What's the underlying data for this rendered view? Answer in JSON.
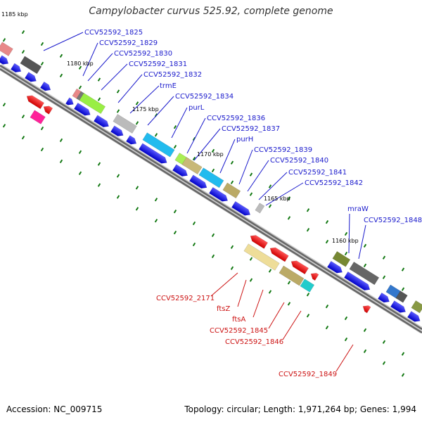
{
  "title": "Campylobacter curvus 525.92, complete genome",
  "footer": {
    "accession": "Accession: NC_009715",
    "summary": "Topology: circular; Length: 1,971,264 bp; Genes: 1,994"
  },
  "kbp_ticks": [
    "1185 kbp",
    "1180 kbp",
    "1175 kbp",
    "1170 kbp",
    "1165 kbp",
    "1160 kbp"
  ],
  "upper_labels": [
    "CCV52592_1825",
    "CCV52592_1829",
    "CCV52592_1830",
    "CCV52592_1831",
    "CCV52592_1832",
    "trmE",
    "CCV52592_1834",
    "purL",
    "CCV52592_1836",
    "CCV52592_1837",
    "purH",
    "CCV52592_1839",
    "CCV52592_1840",
    "CCV52592_1841",
    "CCV52592_1842",
    "mraW",
    "CCV52592_1848"
  ],
  "lower_labels": [
    "CCV52592_2171",
    "ftsZ",
    "ftsA",
    "CCV52592_1845",
    "CCV52592_1846",
    "CCV52592_1849"
  ],
  "colors": {
    "backbone": "#777777",
    "forward_cds": "#1010dd",
    "reverse_cds": "#ee1111",
    "upper_label": "#1a1acc",
    "lower_label": "#cc1111",
    "tick": "#117711"
  }
}
